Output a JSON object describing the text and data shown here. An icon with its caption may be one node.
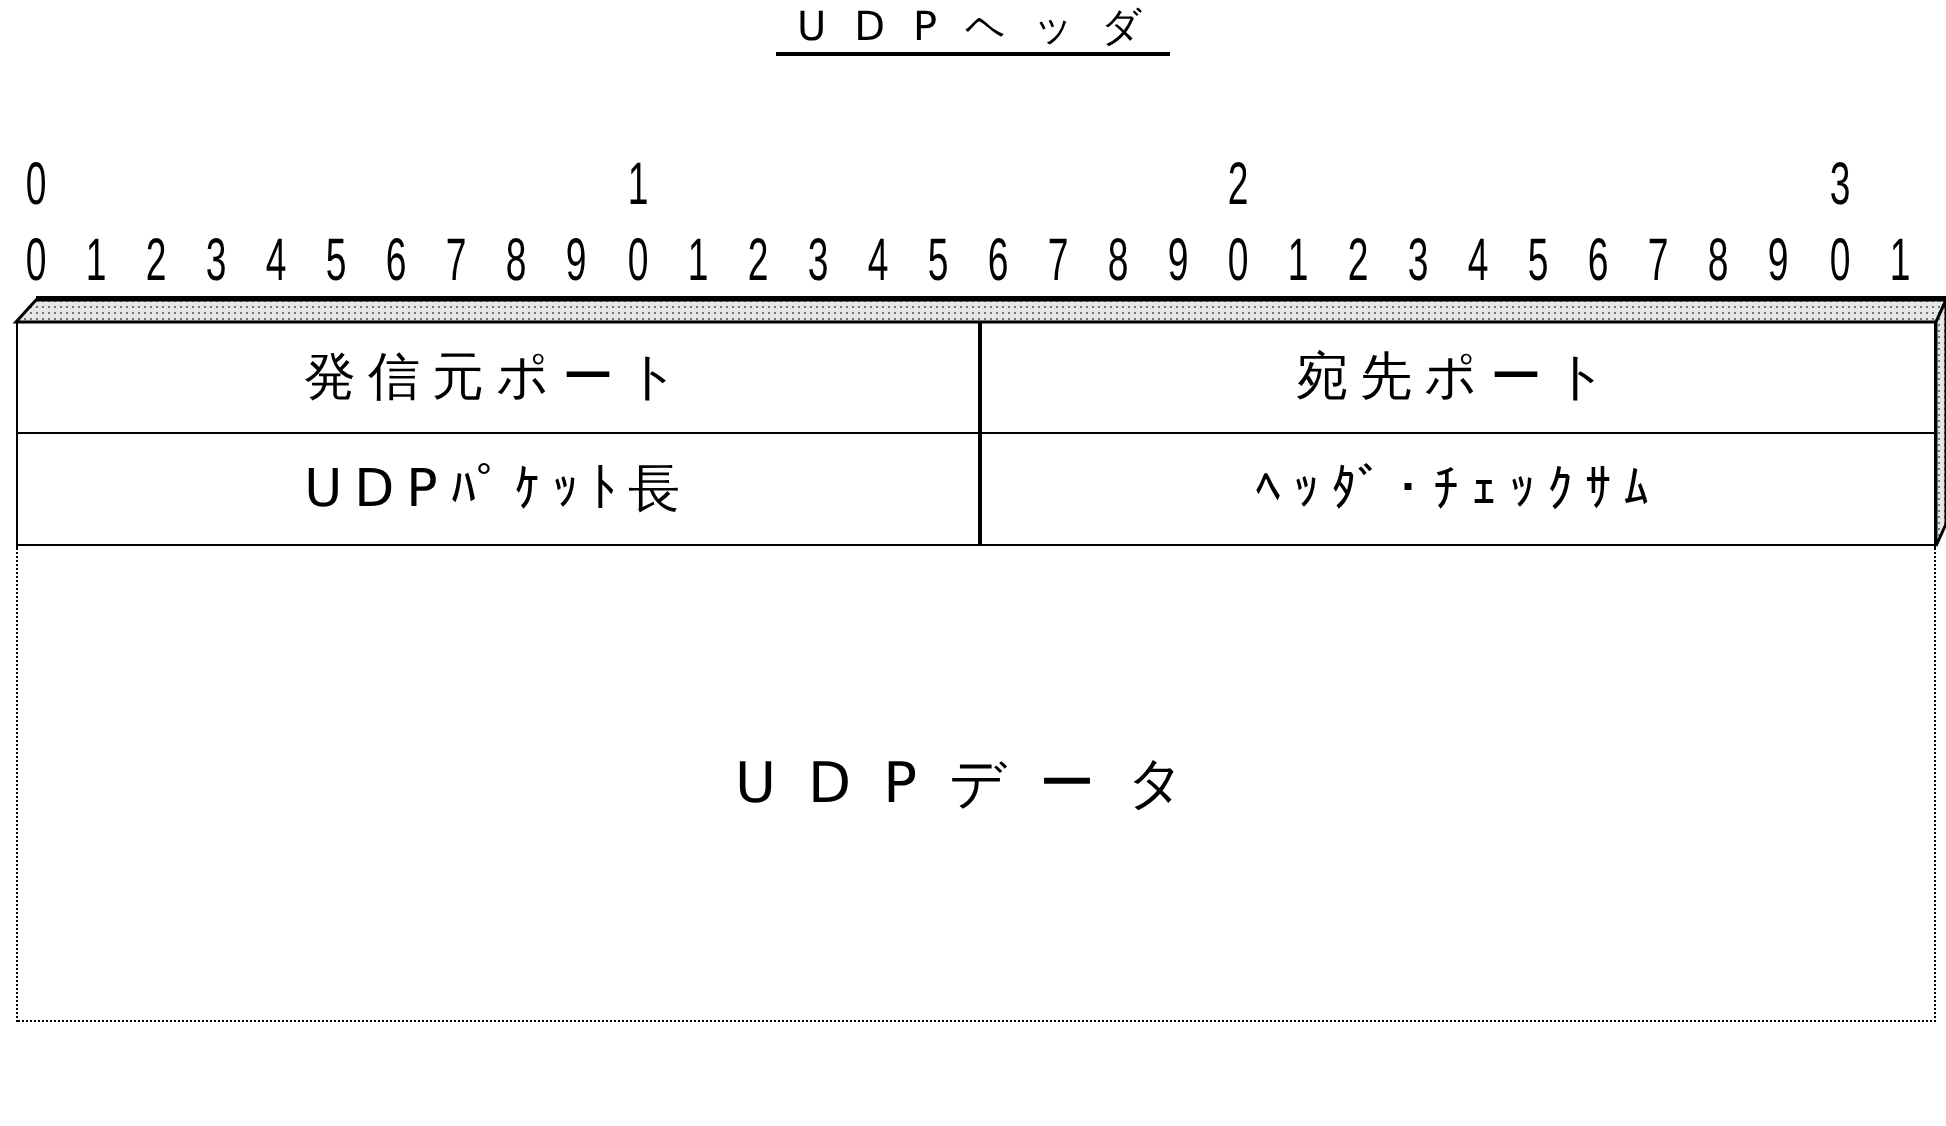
{
  "diagram": {
    "title": "UDPヘッダ",
    "nodes": [
      {
        "text": [
          "発信元ポート"
        ]
      },
      {
        "text": [
          "宛先ポート"
        ]
      },
      {
        "text": [
          "UDPﾊﾟｹｯﾄ長"
        ]
      },
      {
        "text": [
          "ﾍｯﾀﾞ･ﾁｪｯｸｻﾑ"
        ]
      },
      {
        "text": [
          "UDPデータ"
        ]
      }
    ],
    "labels": [
      "0",
      "1",
      "2",
      "3",
      "0",
      "1",
      "2",
      "3",
      "4",
      "5",
      "6",
      "7",
      "8",
      "9",
      "0",
      "1",
      "2",
      "3",
      "4",
      "5",
      "6",
      "7",
      "8",
      "9",
      "0",
      "1",
      "2",
      "3",
      "4",
      "5",
      "6",
      "7",
      "8",
      "9",
      "0",
      "1"
    ]
  }
}
